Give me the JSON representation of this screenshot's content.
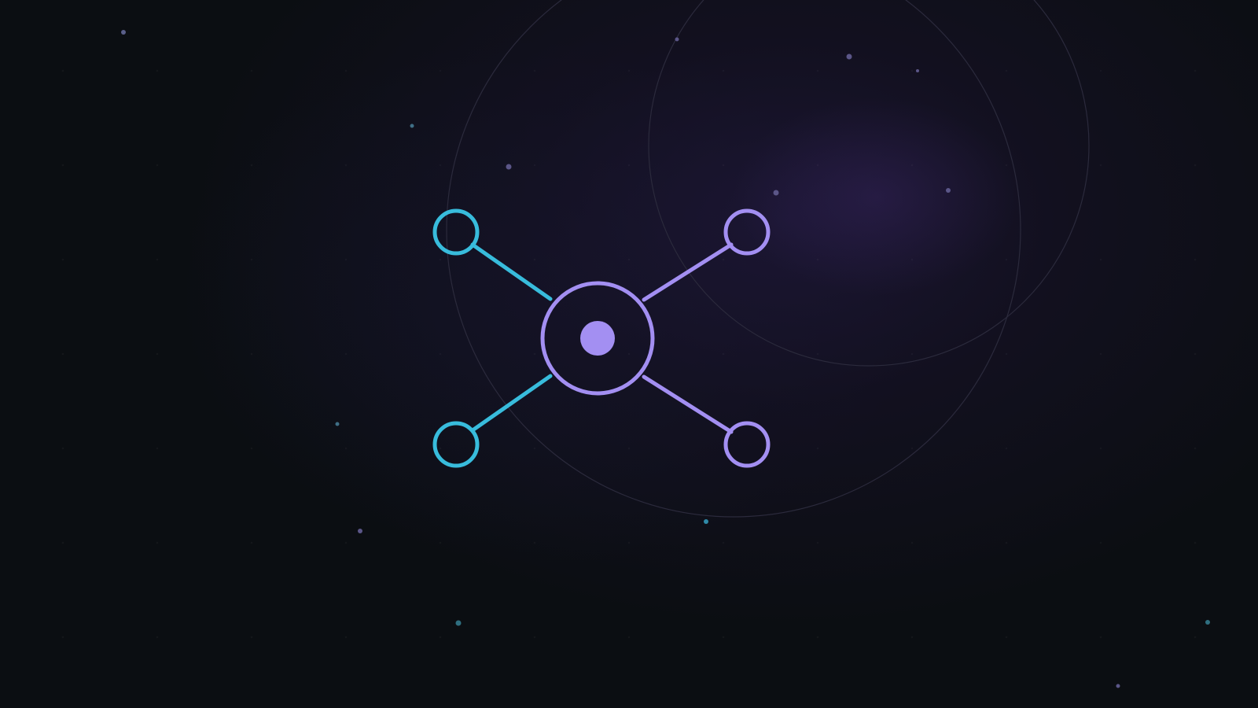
{
  "scene": {
    "icon": "network-hub-icon",
    "colors": {
      "background": "#0b0e12",
      "purple": "#a78bfa",
      "cyan": "#38bdf8",
      "ring": "#2a2740"
    },
    "satellites": [
      {
        "name": "satellite-top-left",
        "color": "cyan"
      },
      {
        "name": "satellite-top-right",
        "color": "purple"
      },
      {
        "name": "satellite-bottom-left",
        "color": "cyan"
      },
      {
        "name": "satellite-bottom-right",
        "color": "purple"
      }
    ]
  }
}
